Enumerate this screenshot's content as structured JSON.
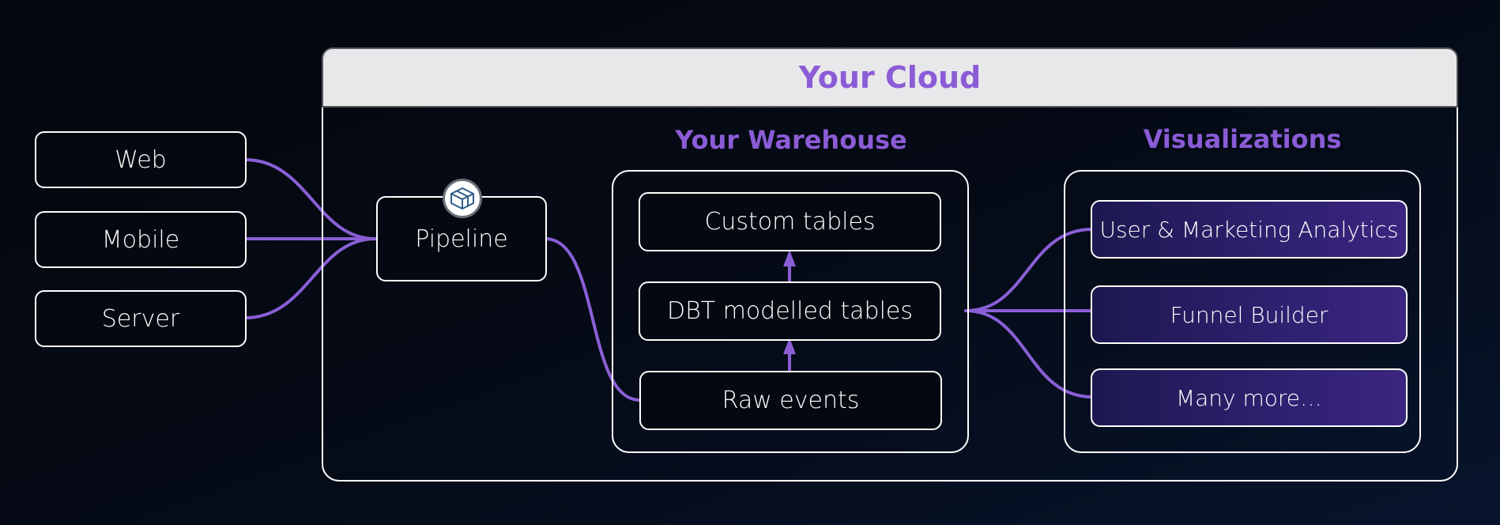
{
  "cloud": {
    "title": "Your Cloud"
  },
  "sources": [
    {
      "label": "Web"
    },
    {
      "label": "Mobile"
    },
    {
      "label": "Server"
    }
  ],
  "pipeline": {
    "label": "Pipeline",
    "icon": "hub-cube-icon"
  },
  "warehouse": {
    "title": "Your Warehouse",
    "tables": {
      "custom": "Custom tables",
      "dbt": "DBT modelled tables",
      "raw": "Raw events"
    }
  },
  "visualizations": {
    "title": "Visualizations",
    "items": [
      {
        "label": "User & Marketing Analytics"
      },
      {
        "label": "Funnel Builder"
      },
      {
        "label": "Many more…"
      }
    ]
  },
  "colors": {
    "accent": "#8b5cd6",
    "connector": "#8a5fd6",
    "border": "#ffffff",
    "header_bg": "#e8e8ea",
    "viz_fill": "#2e2170"
  }
}
